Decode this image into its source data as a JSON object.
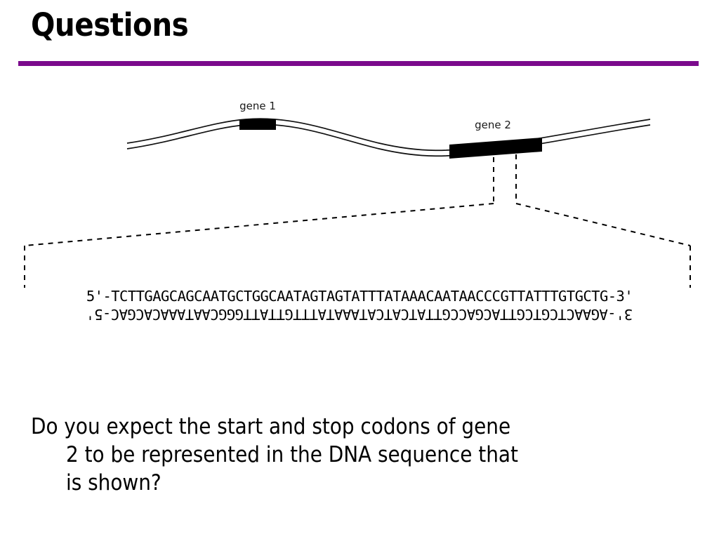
{
  "slide": {
    "title": "Questions",
    "accent_color": "#7B0A8C",
    "background_color": "#FFFFFF",
    "text_color": "#000000"
  },
  "figure": {
    "name": "dna-double-strand-gene-map",
    "genes": [
      {
        "id": "gene1",
        "label": "gene 1"
      },
      {
        "id": "gene2",
        "label": "gene 2"
      }
    ],
    "callout": {
      "source_gene": "gene 2",
      "style": "dashed-leader-lines"
    }
  },
  "sequence": {
    "top_strand": "5'-TCTTGAGCAGCAATGCTGGCAATAGTAGTATTTATAAACAATAACCCGTTATTTGTGCTG-3'",
    "bottom_strand": "3'-AGAACTCGTCGTTACGACCGTTATCATCATAAATATTTGTTATTGGGCAATAAACACGAC-5'",
    "top_five_prime": "5'",
    "top_three_prime": "3'",
    "bottom_three_prime": "3'",
    "bottom_five_prime": "5'"
  },
  "question": {
    "line1": "Do you expect the start and stop codons of gene",
    "line2": "2 to be represented in the DNA sequence that",
    "line3": "is shown?",
    "full_text": "Do you expect the start and stop codons of gene 2 to be represented in the DNA sequence that is shown?"
  }
}
